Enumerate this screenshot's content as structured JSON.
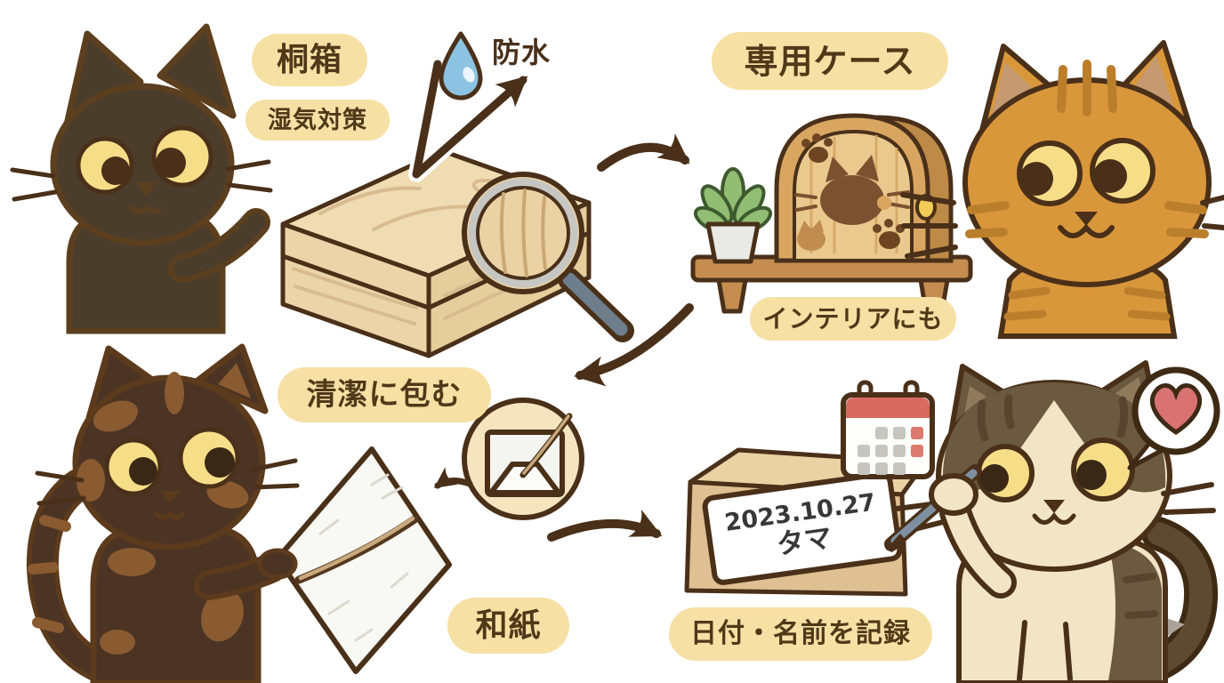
{
  "labels": {
    "kiribako": "桐箱",
    "shikke_taisaku": "湿気対策",
    "bousui": "防水",
    "senyou_case": "専用ケース",
    "interior_nimo": "インテリアにも",
    "seiketsu_ni_tsutsumu": "清潔に包む",
    "washi": "和紙",
    "hizuke_namae_kiroku": "日付・名前を記録"
  },
  "box_label": {
    "date": "2023.10.27",
    "name": "タマ"
  },
  "icons": [
    "water-drop-icon",
    "magnifier-icon",
    "plant-icon",
    "calendar-icon",
    "heart-bubble-icon",
    "envelope-whisker-icon",
    "paw-print-icon",
    "cat-face-icon"
  ],
  "colors": {
    "background": "#FFFFFF",
    "outline_brown": "#4A3019",
    "pill_yellow": "#F6E0A4",
    "label_text_brown": "#503819",
    "handwriting_gray": "#383838",
    "wood_light": "#EFDCB2",
    "wood_grain": "#D8BC90",
    "case_wood": "#D9A662",
    "door_wood": "#E9C98E",
    "shelf_wood": "#C68D50",
    "black_cat": "#4B3D2B",
    "orange_cat": "#D9973C",
    "orange_stripe": "#BB7F2C",
    "tortie_base": "#4B3424",
    "tortie_patch": "#8A5A30",
    "calico_dark": "#6B5940",
    "calico_cream": "#F2E5C6",
    "eye_yellow": "#F6DE88",
    "drop_blue": "#8CC2E2",
    "heart_pink": "#D97272",
    "calendar_red": "#D96A60",
    "cardboard": "#DFC093",
    "pen_gray": "#7E90A0",
    "washi_white": "#F8F8F4"
  }
}
